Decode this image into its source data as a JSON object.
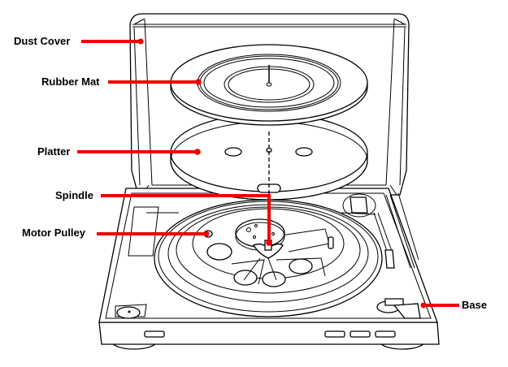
{
  "diagram": {
    "subject": "Turntable exploded view",
    "callout_color": "#ee0000",
    "labels": {
      "dust_cover": "Dust Cover",
      "rubber_mat": "Rubber Mat",
      "platter": "Platter",
      "spindle": "Spindle",
      "motor_pulley": "Motor Pulley",
      "base": "Base"
    }
  }
}
